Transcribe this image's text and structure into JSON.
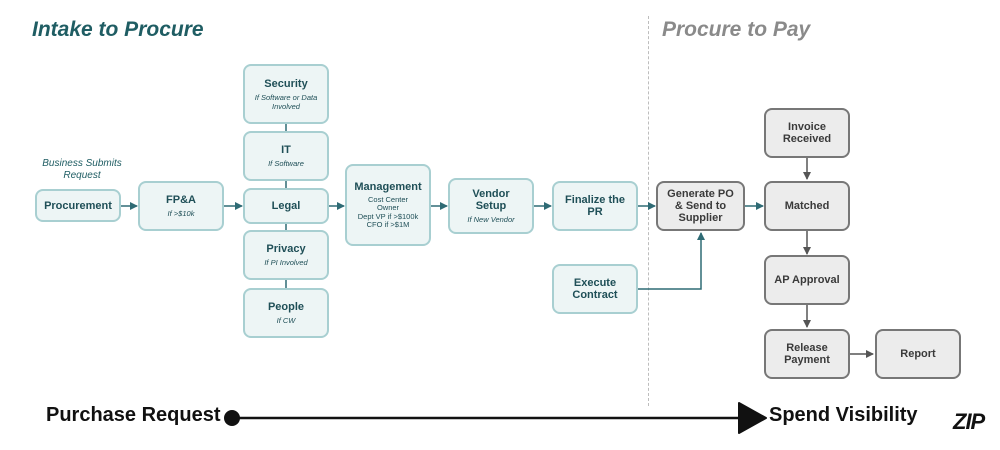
{
  "titles": {
    "left": "Intake to Procure",
    "right": "Procure to Pay"
  },
  "caption": "Business Submits\nRequest",
  "nodes": {
    "procurement": {
      "title": "Procurement"
    },
    "fpa": {
      "title": "FP&A",
      "sub": "If >$10k"
    },
    "security": {
      "title": "Security",
      "sub": "If Software or Data\nInvolved"
    },
    "it": {
      "title": "IT",
      "sub": "If Software"
    },
    "legal": {
      "title": "Legal"
    },
    "privacy": {
      "title": "Privacy",
      "sub": "If PI Involved"
    },
    "people": {
      "title": "People",
      "sub": "If CW"
    },
    "management": {
      "title": "Management",
      "detail": "Cost Center\nOwner\nDept VP if >$100k\nCFO if >$1M"
    },
    "vendor": {
      "title": "Vendor\nSetup",
      "sub": "If New Vendor"
    },
    "finalize": {
      "title": "Finalize the\nPR"
    },
    "execute": {
      "title": "Execute\nContract"
    },
    "generate_po": {
      "title": "Generate PO\n& Send to\nSupplier"
    },
    "invoice": {
      "title": "Invoice\nReceived"
    },
    "matched": {
      "title": "Matched"
    },
    "ap_approval": {
      "title": "AP Approval"
    },
    "release": {
      "title": "Release\nPayment"
    },
    "report": {
      "title": "Report"
    }
  },
  "footer": {
    "left": "Purchase Request",
    "right": "Spend Visibility",
    "logo": "ZIP"
  },
  "colors": {
    "teal_fill": "#edf5f5",
    "teal_border": "#a8cfd1",
    "teal_text": "#1f4f57",
    "gray_fill": "#ececec",
    "gray_border": "#777777",
    "connector": "#2f6b75"
  }
}
